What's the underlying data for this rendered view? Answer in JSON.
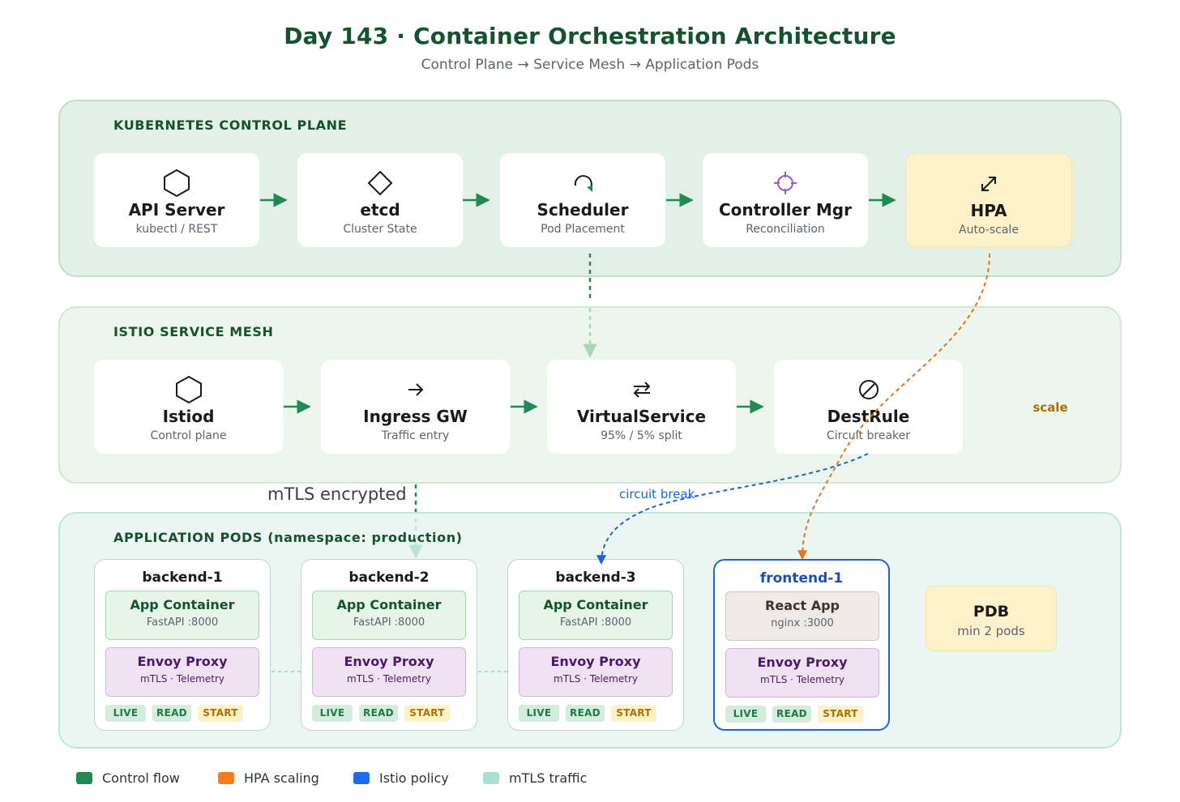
{
  "header": {
    "title": "Day 143 · Container Orchestration Architecture",
    "subtitle": "Control Plane → Service Mesh → Application Pods"
  },
  "control_plane": {
    "label": "KUBERNETES CONTROL PLANE",
    "cards": [
      {
        "name": "API Server",
        "sub": "kubectl / REST",
        "icon": "hexagon-icon"
      },
      {
        "name": "etcd",
        "sub": "Cluster State",
        "icon": "diamond-icon"
      },
      {
        "name": "Scheduler",
        "sub": "Pod Placement",
        "icon": "cycle-arrow-icon"
      },
      {
        "name": "Controller Mgr",
        "sub": "Reconciliation",
        "icon": "crosshair-icon"
      },
      {
        "name": "HPA",
        "sub": "Auto-scale",
        "icon": "expand-icon"
      }
    ]
  },
  "service_mesh": {
    "label": "ISTIO SERVICE MESH",
    "cards": [
      {
        "name": "Istiod",
        "sub": "Control plane",
        "icon": "hexagon-icon"
      },
      {
        "name": "Ingress GW",
        "sub": "Traffic entry",
        "icon": "arrow-right-icon"
      },
      {
        "name": "VirtualService",
        "sub": "95% / 5% split",
        "icon": "swap-arrows-icon"
      },
      {
        "name": "DestRule",
        "sub": "Circuit breaker",
        "icon": "prohibited-icon"
      }
    ],
    "scale_label": "scale"
  },
  "pods": {
    "label": "APPLICATION PODS (namespace: production)",
    "items": [
      {
        "name": "backend-1",
        "app_title": "App Container",
        "app_sub": "FastAPI :8000",
        "proxy_title": "Envoy Proxy",
        "proxy_sub": "mTLS · Telemetry",
        "probes": [
          "LIVE",
          "READ",
          "START"
        ]
      },
      {
        "name": "backend-2",
        "app_title": "App Container",
        "app_sub": "FastAPI :8000",
        "proxy_title": "Envoy Proxy",
        "proxy_sub": "mTLS · Telemetry",
        "probes": [
          "LIVE",
          "READ",
          "START"
        ]
      },
      {
        "name": "backend-3",
        "app_title": "App Container",
        "app_sub": "FastAPI :8000",
        "proxy_title": "Envoy Proxy",
        "proxy_sub": "mTLS · Telemetry",
        "probes": [
          "LIVE",
          "READ",
          "START"
        ]
      },
      {
        "name": "frontend-1",
        "app_title": "React App",
        "app_sub": "nginx :3000",
        "proxy_title": "Envoy Proxy",
        "proxy_sub": "mTLS · Telemetry",
        "probes": [
          "LIVE",
          "READ",
          "START"
        ]
      }
    ],
    "pdb": {
      "title": "PDB",
      "sub": "min 2 pods"
    }
  },
  "edge_labels": {
    "mtls": "mTLS encrypted",
    "circuit": "circuit break"
  },
  "legend": [
    {
      "label": "Control flow",
      "color": "#1f8a55"
    },
    {
      "label": "HPA scaling",
      "color": "#f47c20"
    },
    {
      "label": "Istio policy",
      "color": "#1a6fe8"
    },
    {
      "label": "mTLS traffic",
      "color": "#a7e1d6"
    }
  ],
  "colors": {
    "control_flow": "#1f8a55",
    "hpa": "#e8731a",
    "istio": "#1e63d6",
    "mtls": "#a7dccd",
    "crosshair": "#9b59d0"
  }
}
